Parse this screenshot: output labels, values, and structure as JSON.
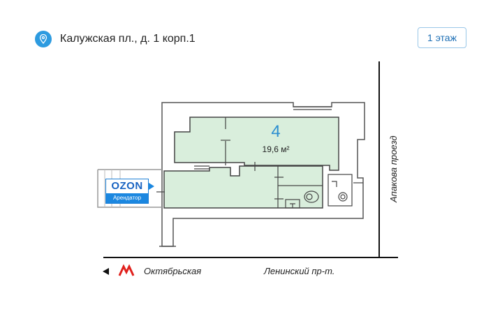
{
  "header": {
    "address": "Калужская пл., д. 1 корп.1",
    "pin_icon": "location-pin-icon",
    "floor_button": "1 этаж"
  },
  "plan": {
    "room_number": "4",
    "room_area": "19,6 м²",
    "room_color": "#d9eedc",
    "accent": "#2d8fd0"
  },
  "tenant": {
    "brand": "OZON",
    "role": "Арендатор"
  },
  "streets": {
    "metro": "Октябрьская",
    "avenue": "Ленинский пр-т.",
    "lane": "Апакова проезд"
  }
}
